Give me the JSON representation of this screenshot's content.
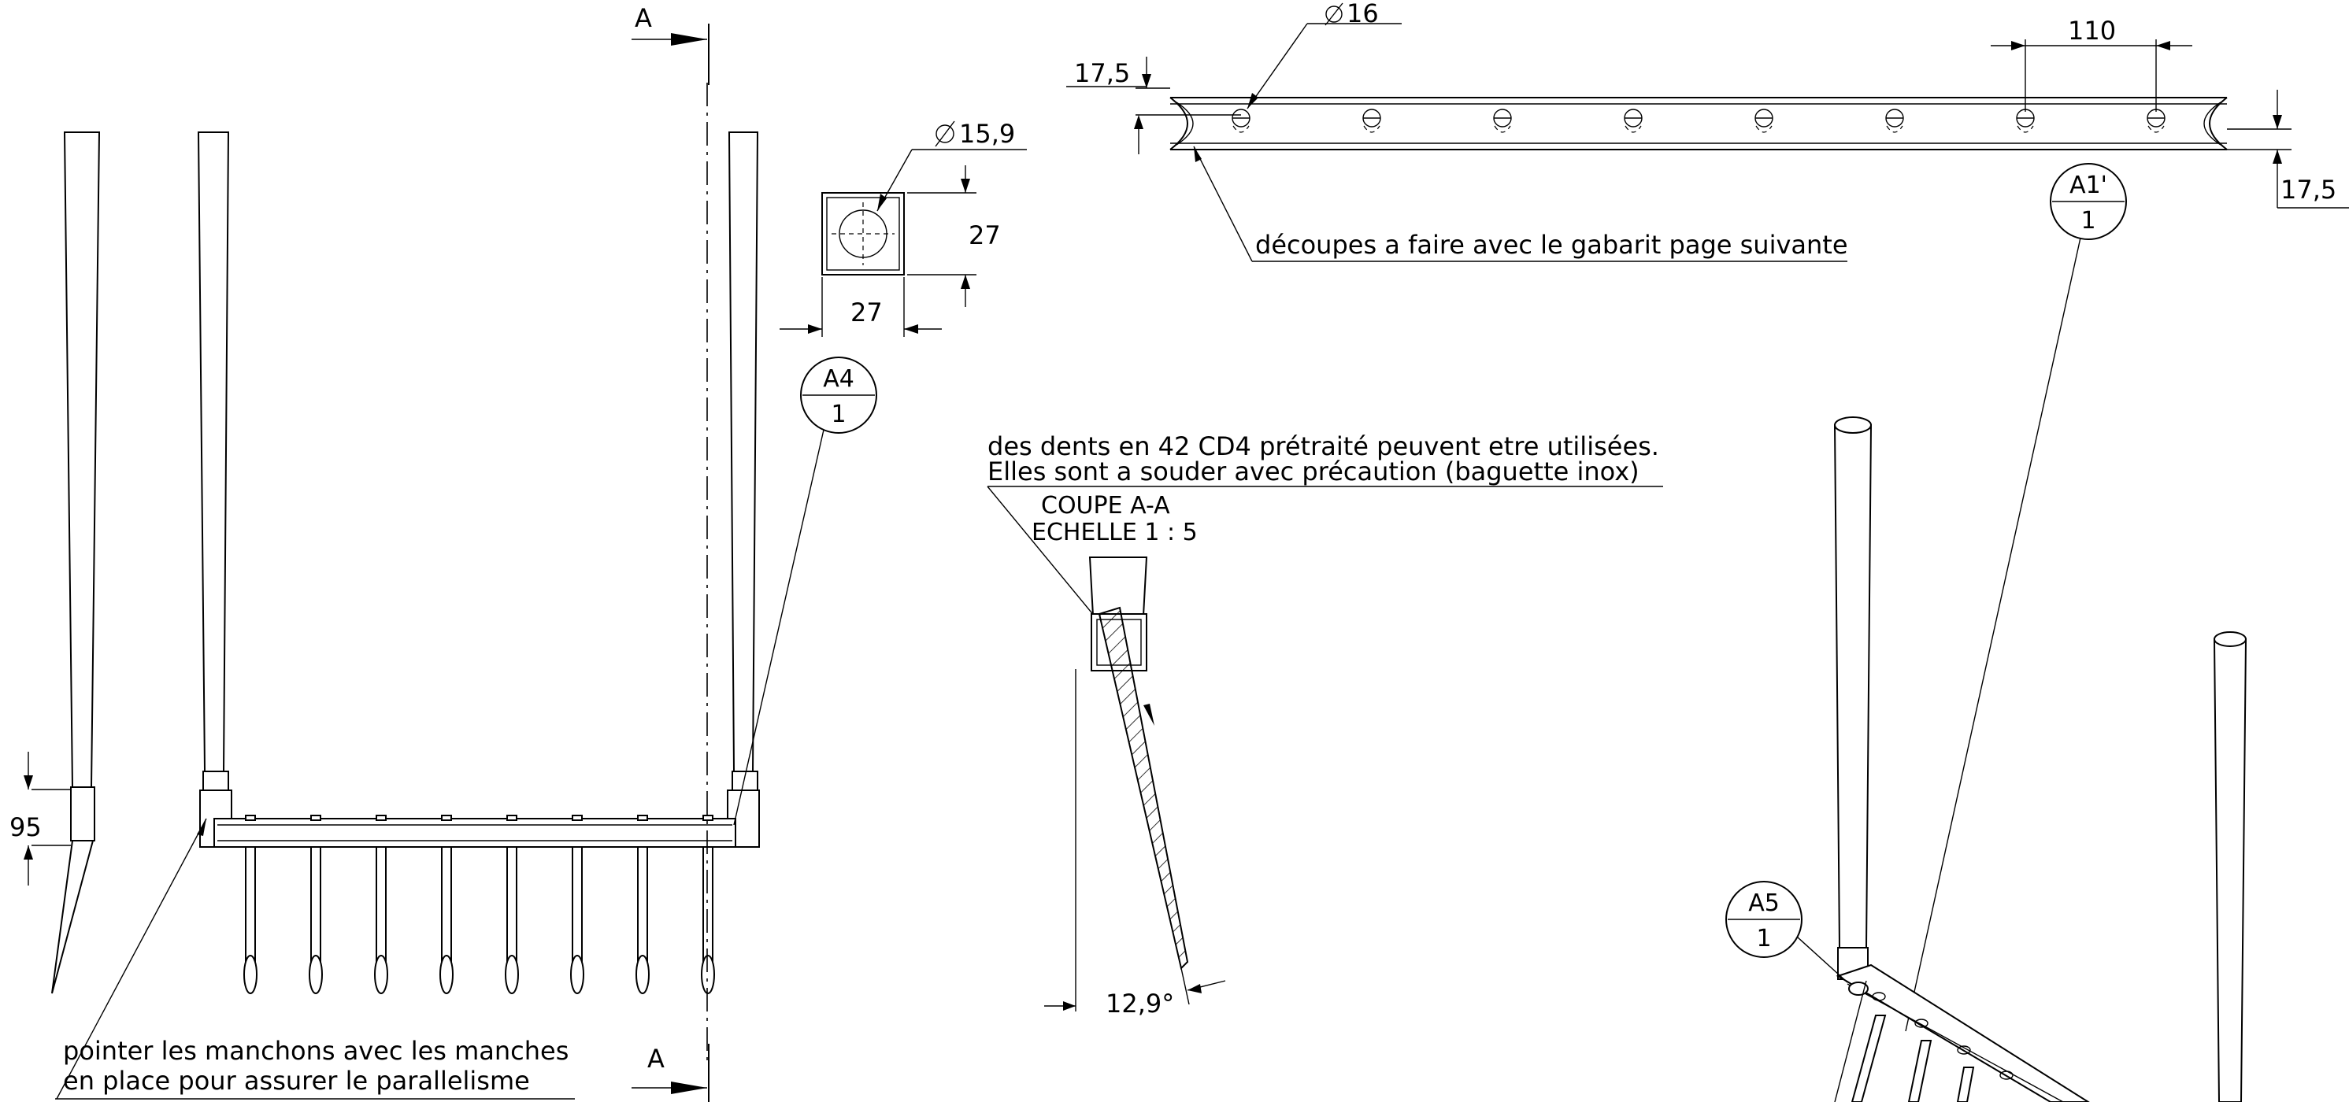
{
  "section_markers": {
    "top": "A",
    "bottom": "A"
  },
  "section_view": {
    "title": "COUPE A-A",
    "scale": "ECHELLE 1 : 5",
    "angle": "12,9°"
  },
  "dimensions": {
    "tube_hole": "15,9",
    "tube_height": "27",
    "tube_width": "27",
    "hole_diameter": "16",
    "hole_pitch": "110",
    "edge_left": "17,5",
    "edge_right": "17,5",
    "sleeve_length": "95"
  },
  "detail_balloons": {
    "a4": {
      "top": "A4",
      "bottom": "1"
    },
    "a1p": {
      "top": "A1'",
      "bottom": "1"
    },
    "a5": {
      "top": "A5",
      "bottom": "1"
    }
  },
  "notes": {
    "cutouts": "découpes a faire avec le gabarit page suivante",
    "teeth_line1": "des dents en 42 CD4 prétraité peuvent etre utilisées.",
    "teeth_line2": "Elles sont a souder avec précaution (baguette inox)",
    "sleeves_line1": "pointer les manchons avec les manches",
    "sleeves_line2": "en place pour assurer le parallelisme"
  },
  "icons": {
    "diameter": "diameter-symbol-icon"
  }
}
